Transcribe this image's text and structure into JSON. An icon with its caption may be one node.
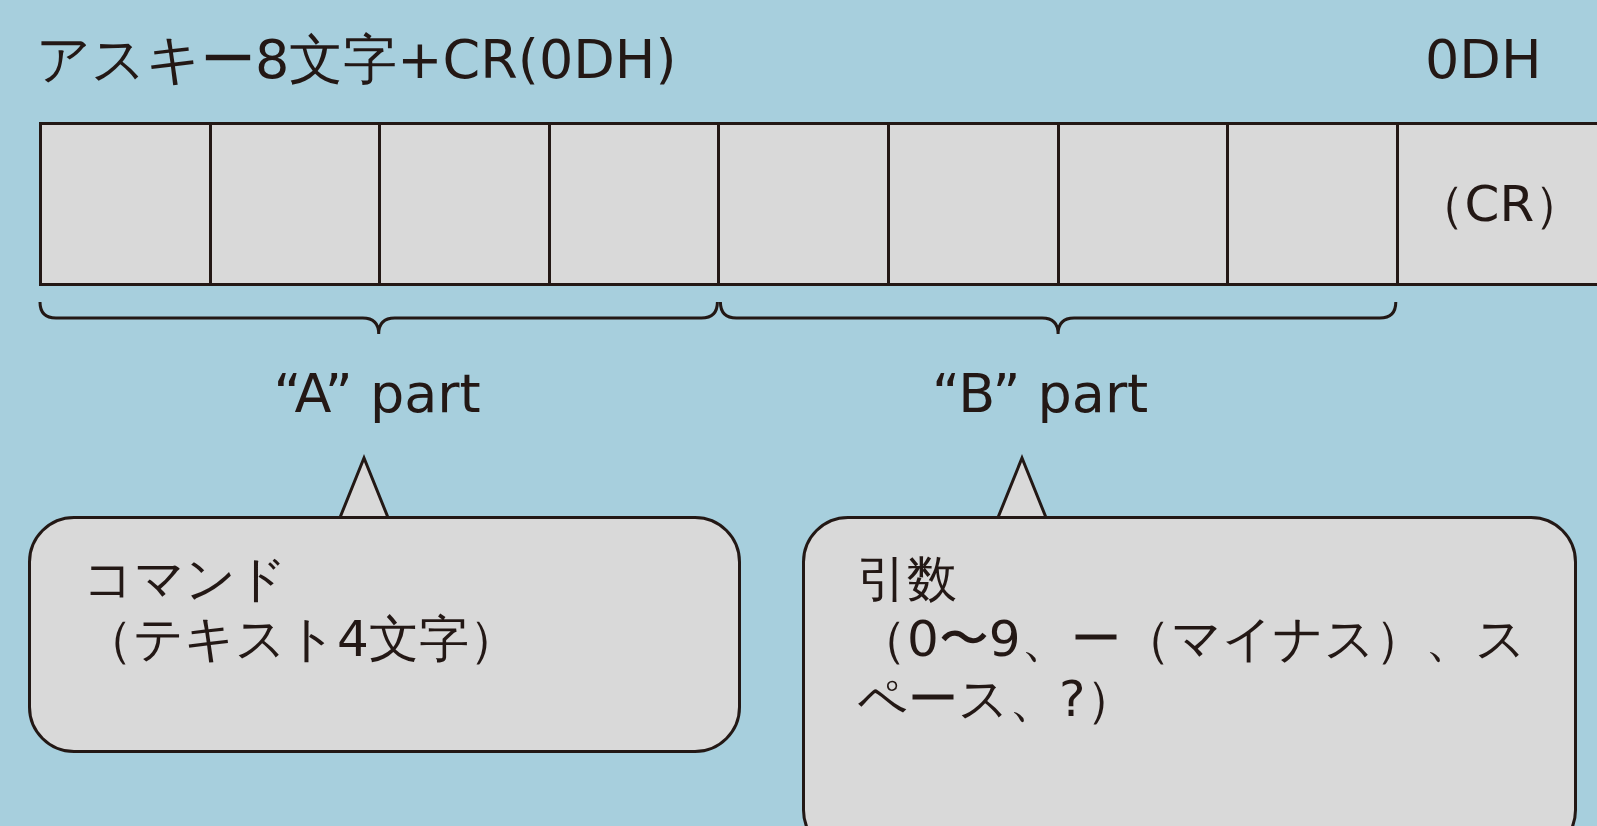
{
  "diagram": {
    "title": "アスキー8文字+CR(0DH)",
    "nodes": [
      {
        "text": [],
        "shape": "box"
      },
      {
        "text": [],
        "shape": "box"
      },
      {
        "text": [],
        "shape": "box"
      },
      {
        "text": [],
        "shape": "box"
      },
      {
        "text": [],
        "shape": "box"
      },
      {
        "text": [],
        "shape": "box"
      },
      {
        "text": [],
        "shape": "box"
      },
      {
        "text": [],
        "shape": "box"
      },
      {
        "text": [
          "（CR）"
        ]
      },
      {
        "text": [
          "コマンド",
          "（テキスト4文字）"
        ]
      },
      {
        "text": [
          "引数",
          "（0〜9、ー（マイナス）、スペース、?）"
        ]
      }
    ],
    "labels": [
      "0DH",
      "“A” part",
      "“B” part"
    ]
  }
}
